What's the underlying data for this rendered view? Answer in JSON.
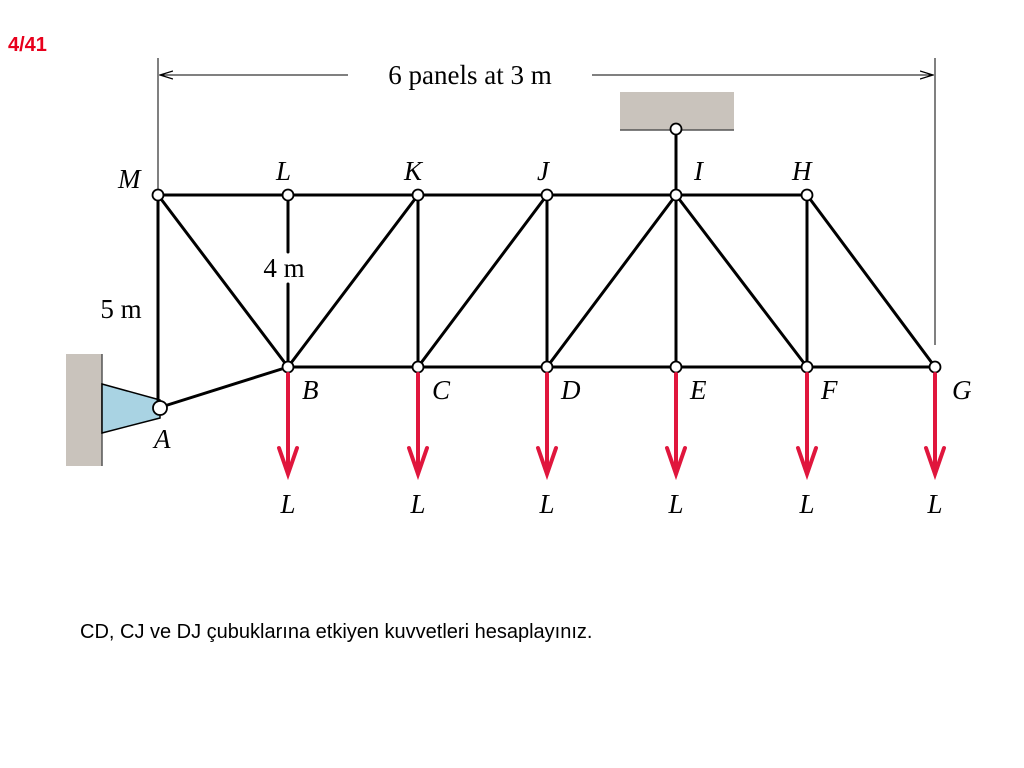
{
  "slide_number": "4/41",
  "question": "CD, CJ ve DJ çubuklarına etkiyen kuvvetleri hesaplayınız.",
  "colors": {
    "slide_number": "#e8001c",
    "load_arrow": "#e0163d",
    "support_fill": "#a9d3e3",
    "wall_fill": "#c9c3bc",
    "member": "#000000"
  },
  "dimensions": {
    "span": "6 panels at 3 m",
    "panel_height": "4 m",
    "left_height": "5 m"
  },
  "joints": {
    "A": "A",
    "B": "B",
    "C": "C",
    "D": "D",
    "E": "E",
    "F": "F",
    "G": "G",
    "H": "H",
    "I": "I",
    "J": "J",
    "K": "K",
    "L": "L",
    "M": "M"
  },
  "load_label": "L",
  "support": {
    "pin": "pin-support-icon",
    "hanger": "ceiling-hanger-icon"
  }
}
